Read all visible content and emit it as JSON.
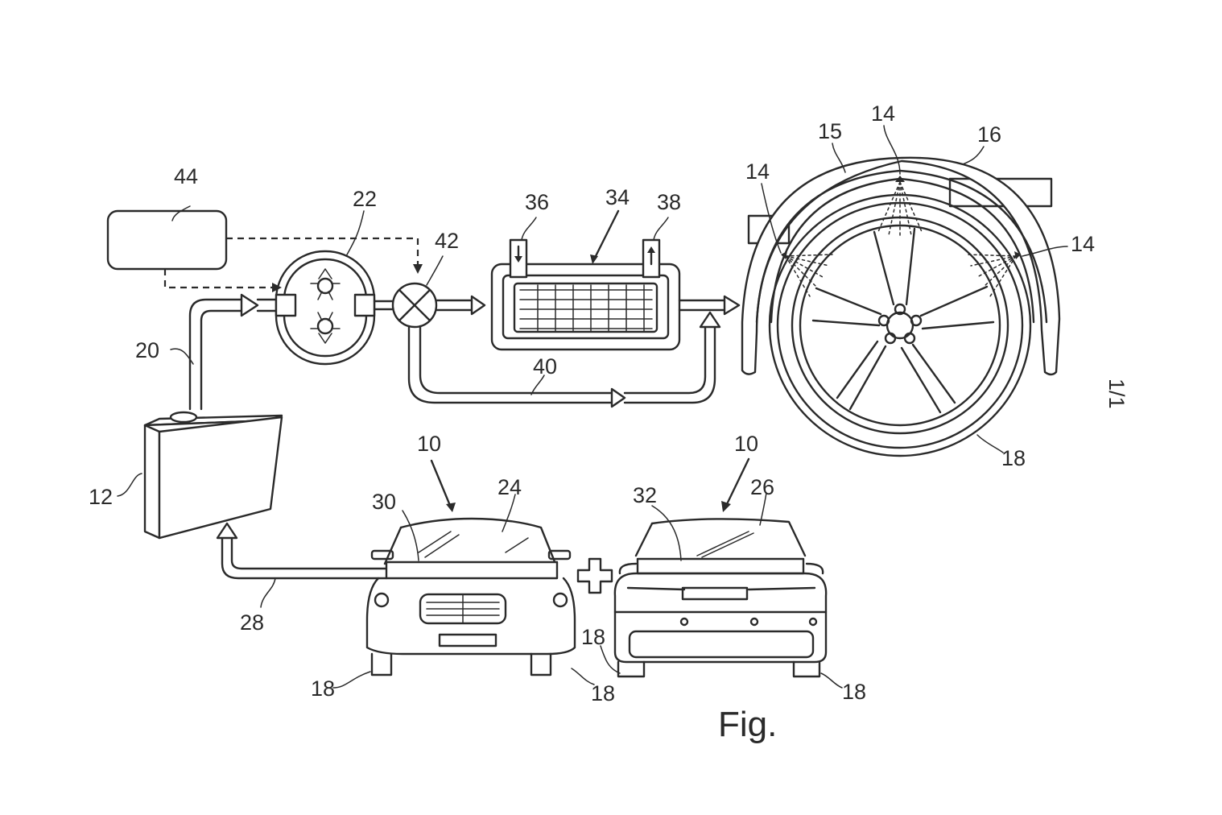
{
  "figure": {
    "caption": "Fig.",
    "sheet_number": "1/1",
    "subject": "Vehicle washing fluid system with tank, pump, valve, heat exchanger, bypass line and wheel-well spray nozzles"
  },
  "components": [
    {
      "ref": "10",
      "name": "vehicle (front view)"
    },
    {
      "ref": "10",
      "name": "vehicle (rear view)"
    },
    {
      "ref": "12",
      "name": "fluid tank"
    },
    {
      "ref": "14",
      "name": "spray nozzle (left)"
    },
    {
      "ref": "14",
      "name": "spray nozzle (top)"
    },
    {
      "ref": "14",
      "name": "spray nozzle (right)"
    },
    {
      "ref": "15",
      "name": "wheel arch liner"
    },
    {
      "ref": "16",
      "name": "wheel arch"
    },
    {
      "ref": "18",
      "name": "wheel"
    },
    {
      "ref": "20",
      "name": "supply line"
    },
    {
      "ref": "22",
      "name": "pump"
    },
    {
      "ref": "24",
      "name": "windshield"
    },
    {
      "ref": "26",
      "name": "rear window"
    },
    {
      "ref": "28",
      "name": "return line"
    },
    {
      "ref": "30",
      "name": "front collector"
    },
    {
      "ref": "32",
      "name": "rear collector"
    },
    {
      "ref": "34",
      "name": "heat exchanger"
    },
    {
      "ref": "36",
      "name": "heat exchanger inlet"
    },
    {
      "ref": "38",
      "name": "heat exchanger outlet"
    },
    {
      "ref": "40",
      "name": "bypass line"
    },
    {
      "ref": "42",
      "name": "valve"
    },
    {
      "ref": "44",
      "name": "control unit"
    }
  ],
  "labels": {
    "tank": "12",
    "supply_line": "20",
    "pump": "22",
    "control_unit": "44",
    "valve": "42",
    "hx_inlet": "36",
    "heat_exchanger": "34",
    "hx_outlet": "38",
    "bypass": "40",
    "arch_liner": "15",
    "nozzle_top": "14",
    "nozzle_left": "14",
    "nozzle_right": "14",
    "wheel_arch": "16",
    "wheel_main": "18",
    "vehicle_front": "10",
    "vehicle_rear": "10",
    "windshield": "24",
    "front_collector": "30",
    "rear_window": "26",
    "rear_collector": "32",
    "return_line": "28",
    "front_wheel_left": "18",
    "front_wheel_right": "18",
    "rear_wheel_left": "18",
    "rear_wheel_right": "18",
    "plus_sign": "+"
  }
}
